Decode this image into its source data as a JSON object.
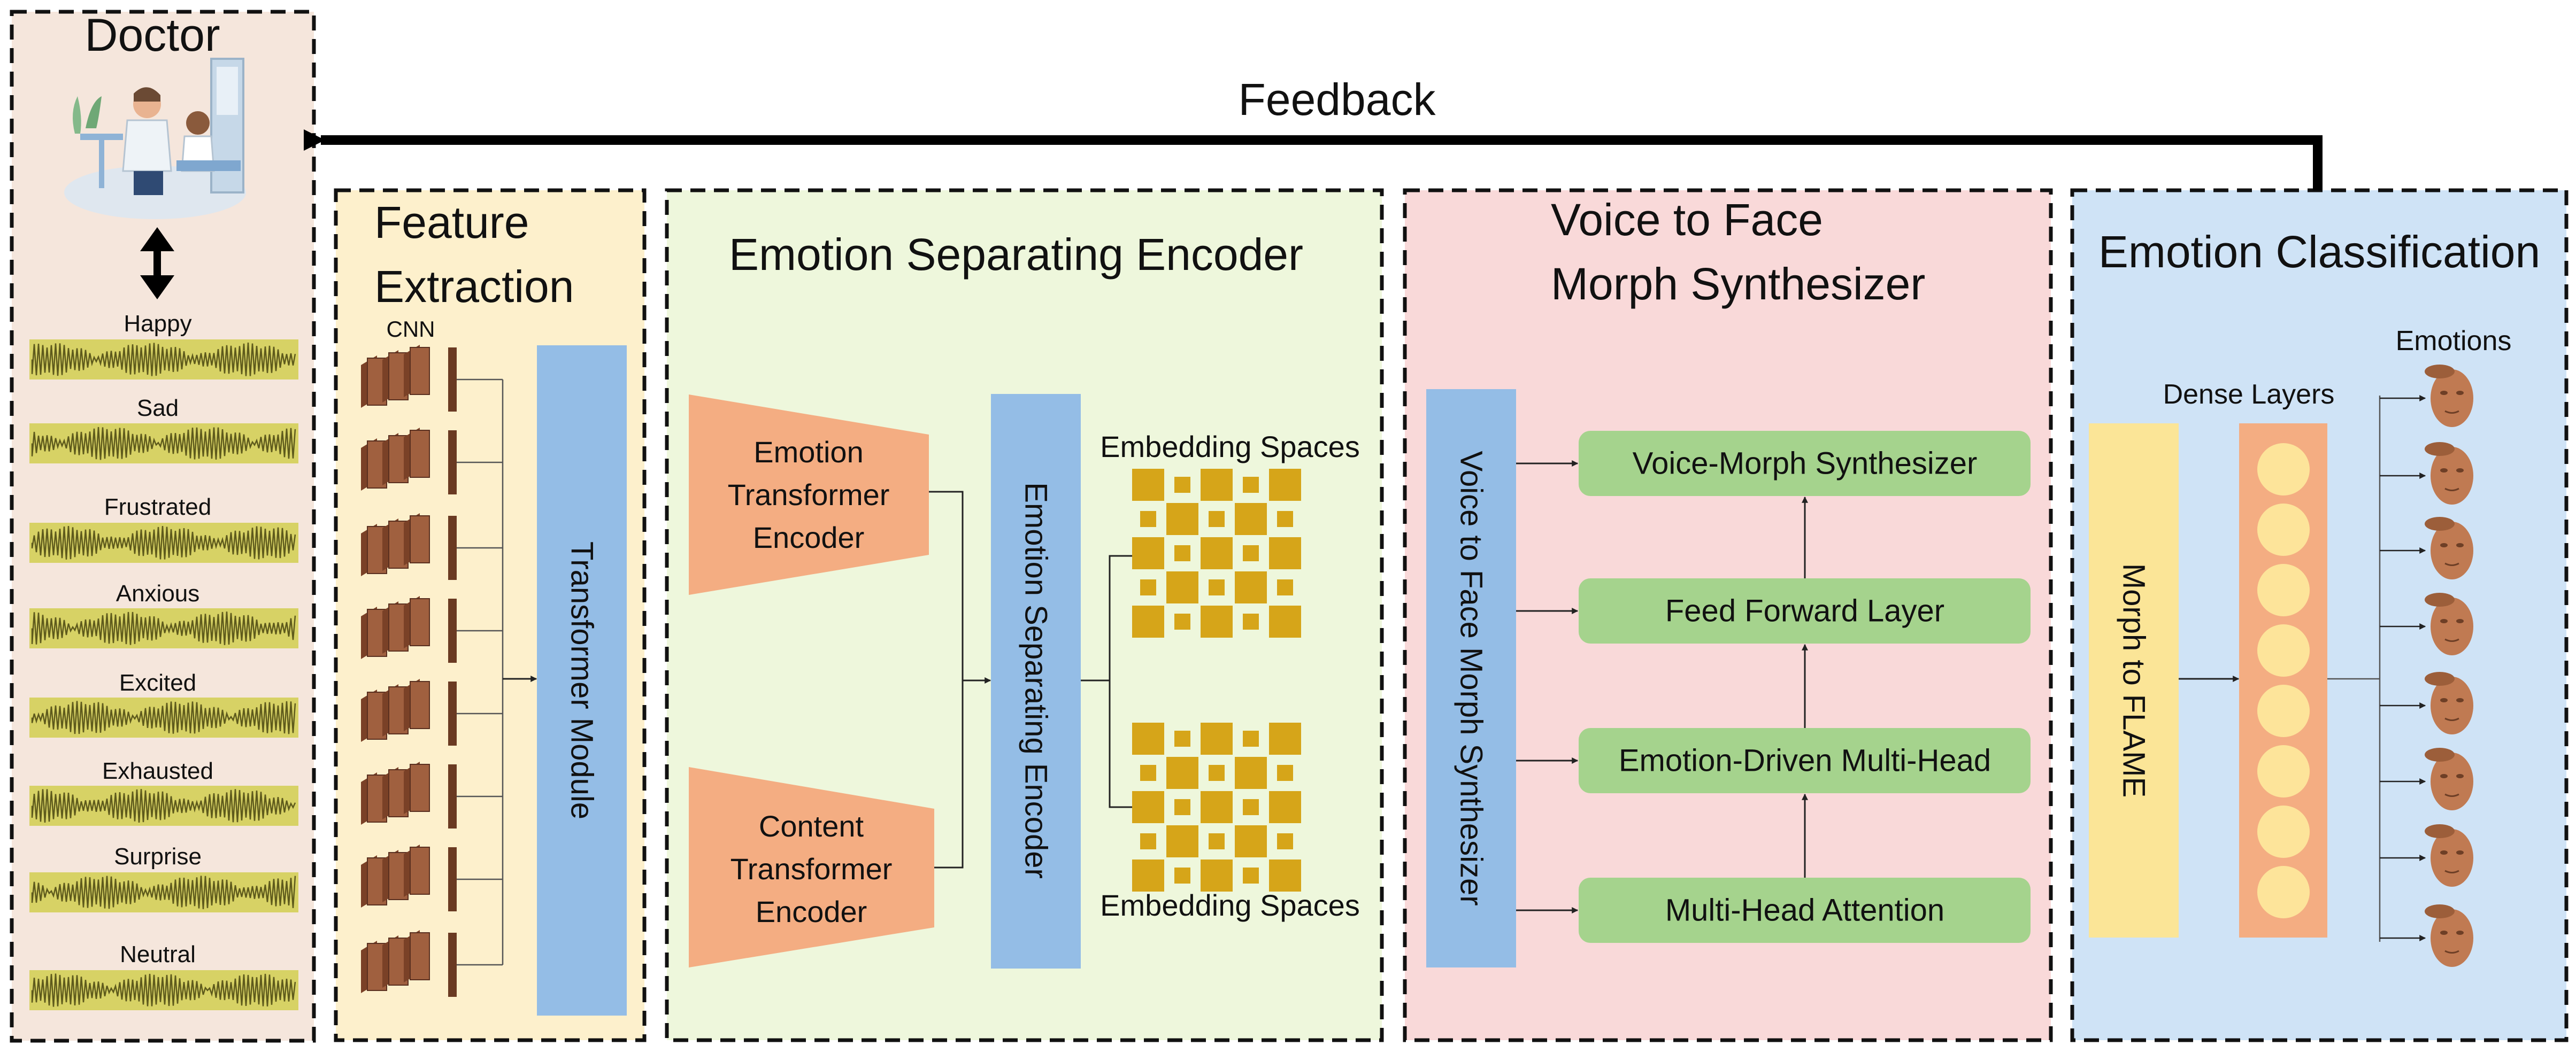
{
  "feedback_label": "Feedback",
  "doctor": {
    "title": "Doctor",
    "emotions": [
      "Happy",
      "Sad",
      "Frustrated",
      "Anxious",
      "Excited",
      "Exhausted",
      "Surprise",
      "Neutral"
    ]
  },
  "feature_extraction": {
    "title_line1": "Feature",
    "title_line2": "Extraction",
    "cnn_label": "CNN",
    "transformer_label": "Transformer Module"
  },
  "emotion_separating_encoder": {
    "title": "Emotion Separating Encoder",
    "emotion_encoder": [
      "Emotion",
      "Transformer",
      "Encoder"
    ],
    "content_encoder": [
      "Content",
      "Transformer",
      "Encoder"
    ],
    "center_label": "Emotion Separating Encoder",
    "embedding_top": "Embedding Spaces",
    "embedding_bottom": "Embedding Spaces"
  },
  "voice_to_face": {
    "title_line1": "Voice to Face",
    "title_line2": "Morph Synthesizer",
    "side_label": "Voice to Face Morph Synthesizer",
    "blocks": [
      "Voice-Morph Synthesizer",
      "Feed Forward Layer",
      "Emotion-Driven Multi-Head",
      "Multi-Head Attention"
    ]
  },
  "emotion_classification": {
    "title": "Emotion Classification",
    "morph_label": "Morph to FLAME",
    "dense_label": "Dense Layers",
    "emotions_label": "Emotions"
  },
  "colors": {
    "doctor_bg": "#f5e6dc",
    "feature_bg": "#fdf0cc",
    "encoder_bg": "#eef7dc",
    "voice_bg": "#f9d9d9",
    "classification_bg": "#cfe3f6",
    "blue_block": "#94bde6",
    "orange_block": "#f4ad82",
    "green_block": "#a5d38d",
    "gold_square": "#d6a519",
    "waveform_bg": "#d7d265",
    "waveform_line": "#5e5a1c",
    "morph_yellow": "#fbe597",
    "dense_node": "#fde49a",
    "cnn_brown": "#a0603f",
    "face_skin": "#c07a52"
  }
}
